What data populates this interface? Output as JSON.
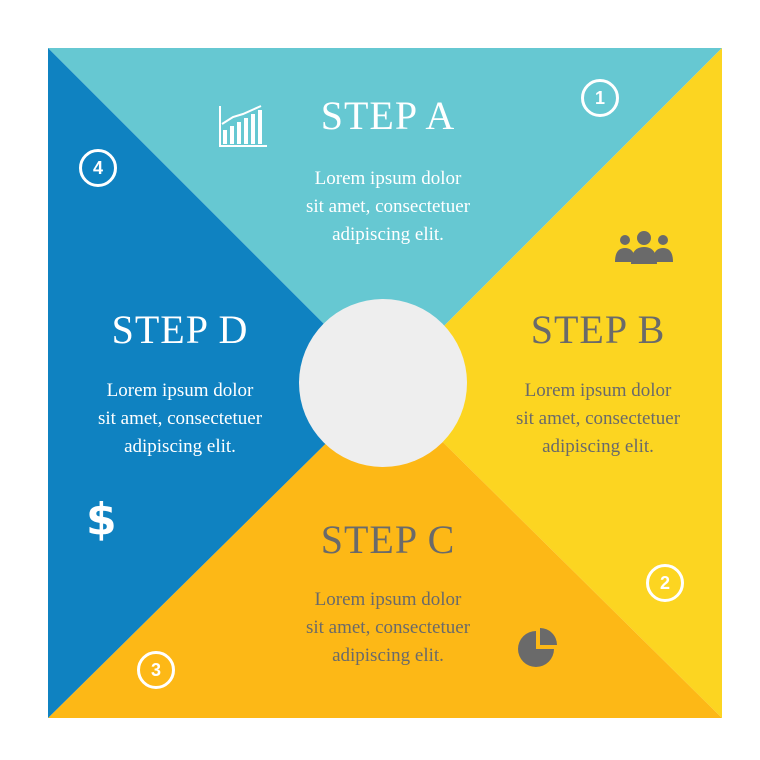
{
  "colors": {
    "step_a": "#66c8d2",
    "step_b": "#fcd521",
    "step_c": "#fdb816",
    "step_d": "#0f82c1",
    "center": "#eeeeee",
    "light_text": "#ffffff",
    "dark_text": "#6a6a6a"
  },
  "steps": {
    "a": {
      "title": "STEP A",
      "lines": [
        "Lorem ipsum dolor",
        "sit amet, consectetuer",
        "adipiscing elit."
      ],
      "number": "1",
      "icon": "bar-chart-icon"
    },
    "b": {
      "title": "STEP B",
      "lines": [
        "Lorem ipsum dolor",
        "sit amet, consectetuer",
        "adipiscing elit."
      ],
      "number": "2",
      "icon": "people-group-icon"
    },
    "c": {
      "title": "STEP C",
      "lines": [
        "Lorem ipsum dolor",
        "sit amet, consectetuer",
        "adipiscing elit."
      ],
      "number": "3",
      "icon": "pie-chart-icon"
    },
    "d": {
      "title": "STEP D",
      "lines": [
        "Lorem ipsum dolor",
        "sit amet, consectetuer",
        "adipiscing elit."
      ],
      "number": "4",
      "icon": "dollar-icon",
      "icon_glyph": "$"
    }
  }
}
